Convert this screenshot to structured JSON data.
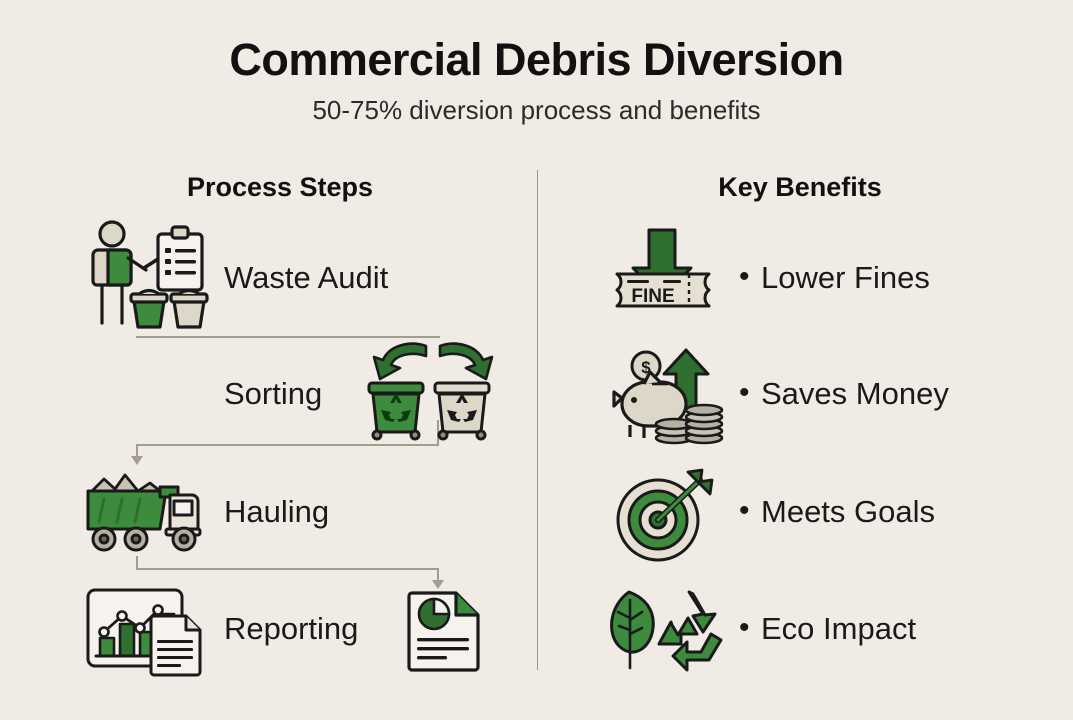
{
  "header": {
    "title": "Commercial Debris Diversion",
    "subtitle": "50-75% diversion process and benefits"
  },
  "columns": {
    "process_title": "Process Steps",
    "benefits_title": "Key Benefits"
  },
  "process_steps": [
    {
      "label": "Waste Audit",
      "icon": "waste-audit-icon"
    },
    {
      "label": "Sorting",
      "icon": "sorting-bins-icon"
    },
    {
      "label": "Hauling",
      "icon": "dump-truck-icon"
    },
    {
      "label": "Reporting",
      "icon": "report-chart-icon",
      "icon2": "pie-document-icon"
    }
  ],
  "benefits": [
    {
      "bullet": "•",
      "label": "Lower Fines",
      "icon": "fine-ticket-down-arrow-icon"
    },
    {
      "bullet": "•",
      "label": "Saves Money",
      "icon": "piggy-bank-coins-icon"
    },
    {
      "bullet": "•",
      "label": "Meets Goals",
      "icon": "target-arrow-icon"
    },
    {
      "bullet": "•",
      "label": "Eco Impact",
      "icon": "leaf-recycle-icon"
    }
  ],
  "icon_text": {
    "fine_ticket": "FINE",
    "dollar_sign": "$"
  },
  "colors": {
    "background": "#f0ece5",
    "green": "#3d8b3d",
    "dark_green": "#2f6f2f",
    "beige": "#ddd7c8",
    "outline": "#1a1a1a",
    "connector": "#a39c90",
    "text": "#1a1a1a"
  }
}
